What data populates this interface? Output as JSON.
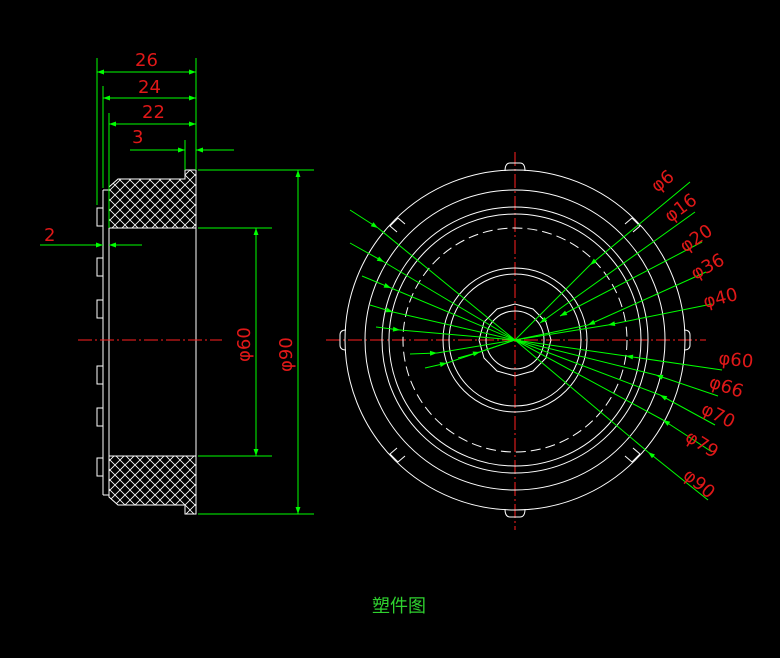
{
  "drawing": {
    "caption": "塑件图",
    "section_view": {
      "dim_26": "26",
      "dim_24": "24",
      "dim_22": "22",
      "dim_3": "3",
      "dim_2": "2",
      "dim_d60": "φ60",
      "dim_d90": "φ90"
    },
    "front_view": {
      "diameter_labels": [
        "φ6",
        "φ16",
        "φ20",
        "φ36",
        "φ40",
        "φ60",
        "φ66",
        "φ70",
        "φ79",
        "φ90"
      ]
    },
    "colors": {
      "background": "#000000",
      "geometry": "#ffffff",
      "dimension_lines": "#00ff00",
      "dimension_text": "#e01818",
      "center_lines": "#ff2020",
      "caption": "#2fd12f"
    }
  }
}
